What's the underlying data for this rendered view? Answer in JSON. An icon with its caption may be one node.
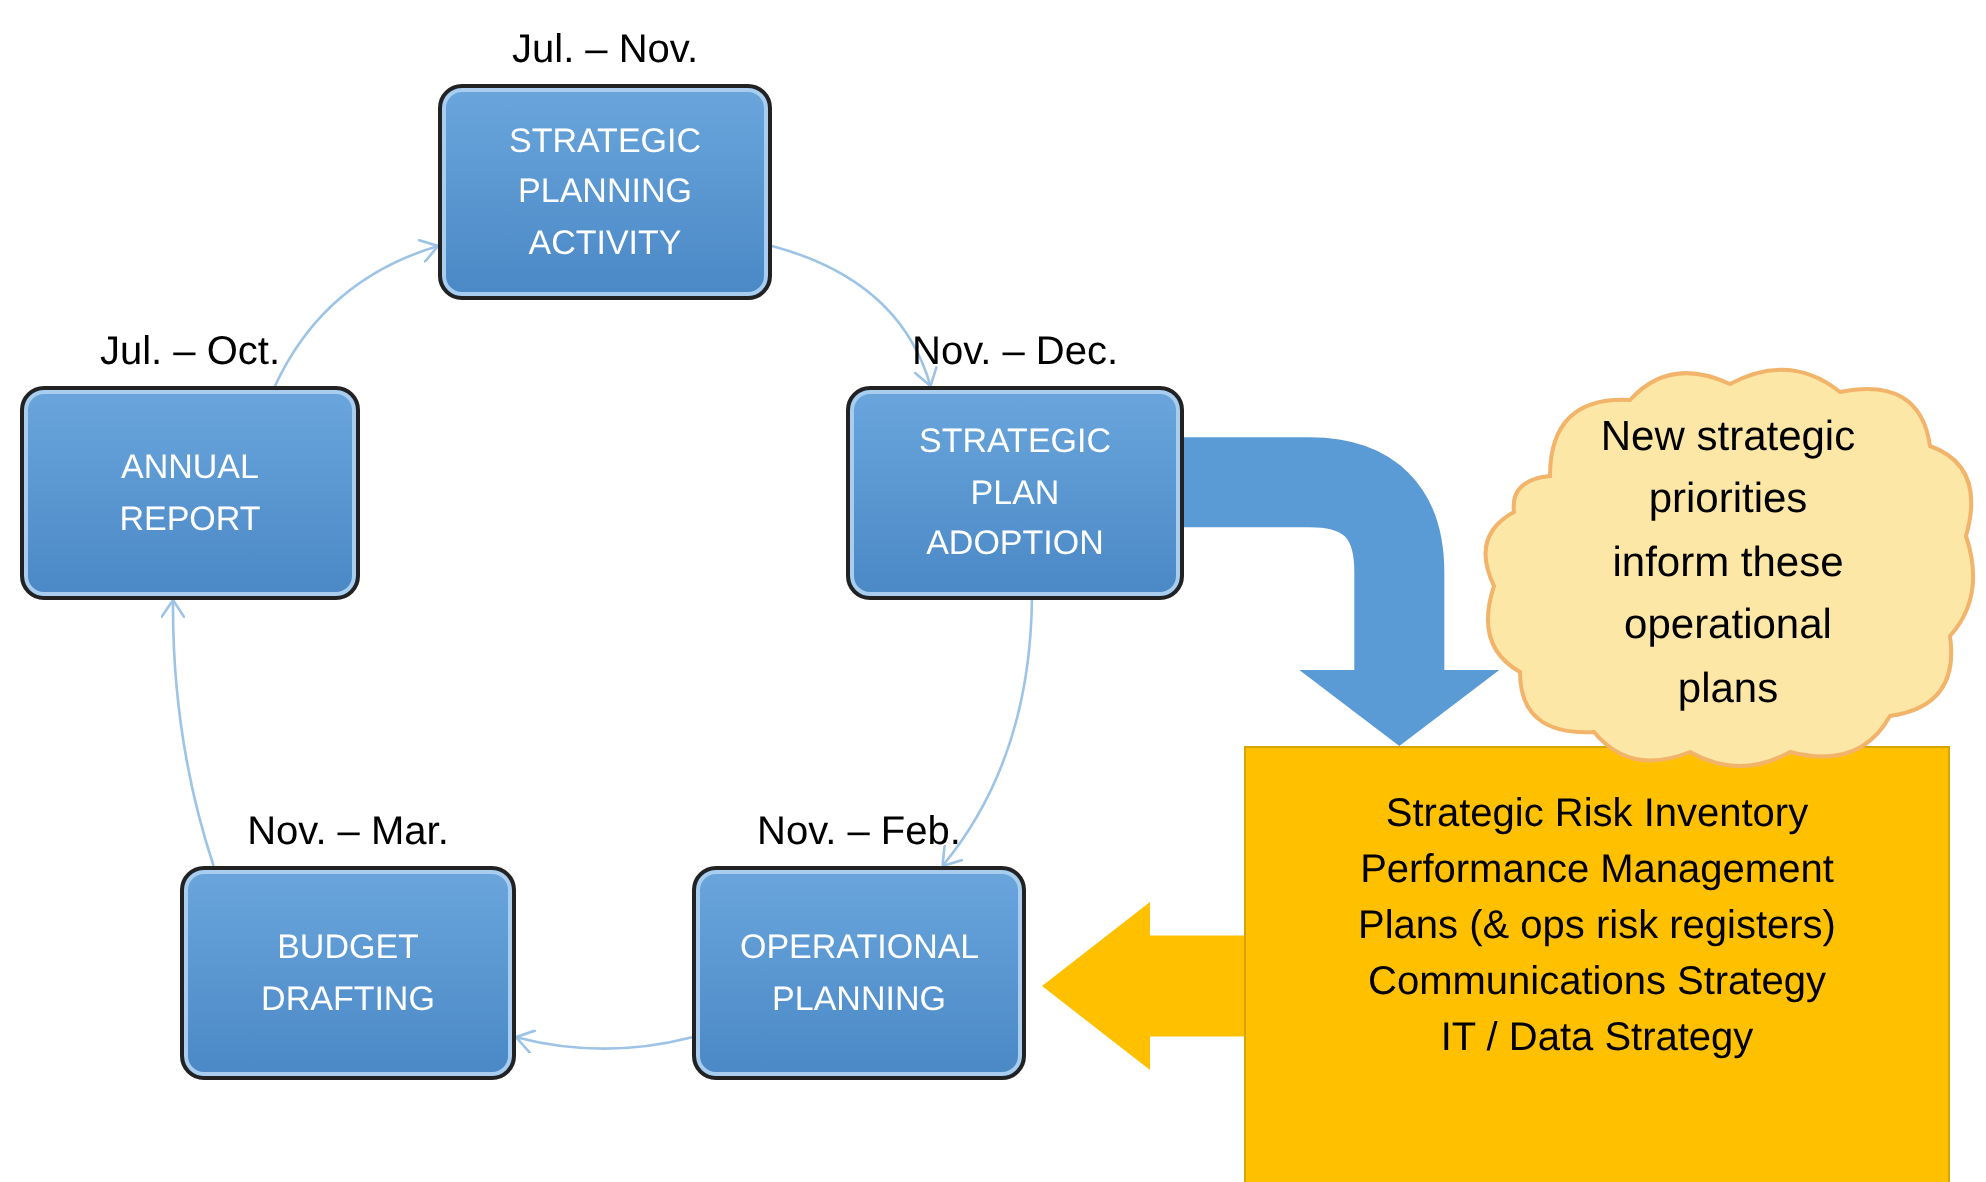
{
  "diagram": {
    "nodes": [
      {
        "text": [
          "STRATEGIC PLANNING ACTIVITY"
        ],
        "beside": [
          "Jul. – Nov."
        ]
      },
      {
        "text": [
          "STRATEGIC PLAN ADOPTION"
        ],
        "beside": [
          "Nov. – Dec."
        ]
      },
      {
        "text": [
          "OPERATIONAL PLANNING"
        ],
        "beside": [
          "Nov. – Feb."
        ]
      },
      {
        "text": [
          "BUDGET DRAFTING"
        ],
        "beside": [
          "Nov. – Mar."
        ]
      },
      {
        "text": [
          "ANNUAL REPORT"
        ],
        "beside": [
          "Jul. – Oct."
        ]
      },
      {
        "text": [
          "New strategic priorities inform these operational plans"
        ]
      },
      {
        "text": [
          "Strategic Risk Inventory",
          "Performance Management",
          "Plans (& ops risk registers)",
          "Communications Strategy",
          "IT / Data Strategy"
        ]
      }
    ],
    "edges": [
      {
        "from": 0,
        "to": 1,
        "arrow": "to"
      },
      {
        "from": 1,
        "to": 2,
        "arrow": "to"
      },
      {
        "from": 2,
        "to": 3,
        "arrow": "to"
      },
      {
        "from": 3,
        "to": 4,
        "arrow": "to"
      },
      {
        "from": 4,
        "to": 0,
        "arrow": "to"
      },
      {
        "from": 1,
        "to": 6,
        "arrow": "to",
        "style": "thick",
        "color": "#5b9bd5"
      },
      {
        "from": 6,
        "to": 2,
        "arrow": "to",
        "style": "thick",
        "color": "#ffc000"
      }
    ]
  }
}
